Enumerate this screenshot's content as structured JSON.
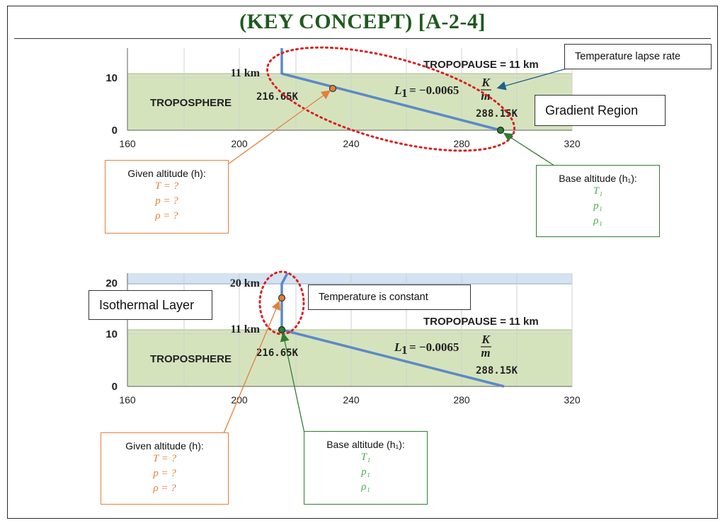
{
  "title": "(KEY CONCEPT) [A-2-4]",
  "top_chart": {
    "x_ticks": [
      "160",
      "200",
      "240",
      "280",
      "320"
    ],
    "y_ticks": [
      "0",
      "10"
    ],
    "tropopause_altitude_label": "11 km",
    "tropopause_label": "TROPOPAUSE = 11 km",
    "troposphere_label": "TROPOSPHERE",
    "tropopause_temp_label": "216.65K",
    "base_temp_label": "288.15K",
    "lapse_rate_lhs": "L",
    "lapse_rate_sub": "1",
    "lapse_rate_rhs": "= −0.0065",
    "lapse_rate_unit_num": "K",
    "lapse_rate_unit_den": "m",
    "callouts": {
      "lapse_rate": "Temperature lapse rate",
      "region": "Gradient Region"
    },
    "given_box": {
      "head": "Given altitude (h):",
      "lines": [
        "T = ?",
        "p = ?",
        "ρ = ?"
      ]
    },
    "base_box": {
      "head": "Base altitude (h₁):",
      "lines": [
        "T₁",
        "p₁",
        "ρ₁"
      ]
    }
  },
  "bottom_chart": {
    "x_ticks": [
      "160",
      "200",
      "240",
      "280",
      "320"
    ],
    "y_ticks": [
      "0",
      "10",
      "20"
    ],
    "top_altitude_label": "20 km",
    "tropopause_altitude_label": "11 km",
    "tropopause_label": "TROPOPAUSE = 11 km",
    "troposphere_label": "TROPOSPHERE",
    "tropopause_temp_label": "216.65K",
    "base_temp_label": "288.15K",
    "lapse_rate_lhs": "L",
    "lapse_rate_sub": "1",
    "lapse_rate_rhs": "= −0.0065",
    "lapse_rate_unit_num": "K",
    "lapse_rate_unit_den": "m",
    "callouts": {
      "constant": "Temperature is constant",
      "region": "Isothermal Layer"
    },
    "given_box": {
      "head": "Given altitude (h):",
      "lines": [
        "T = ?",
        "p = ?",
        "ρ = ?"
      ]
    },
    "base_box": {
      "head": "Base altitude (h₁):",
      "lines": [
        "T₁",
        "p₁",
        "ρ₁"
      ]
    }
  },
  "colors": {
    "troposphere_fill": "#d5e3bd",
    "stratosphere_fill": "#d4e2f2",
    "profile_line": "#5b8ac6",
    "given_marker": "#e2803a",
    "base_marker": "#2e7d32",
    "ellipse": "#d92020"
  }
}
